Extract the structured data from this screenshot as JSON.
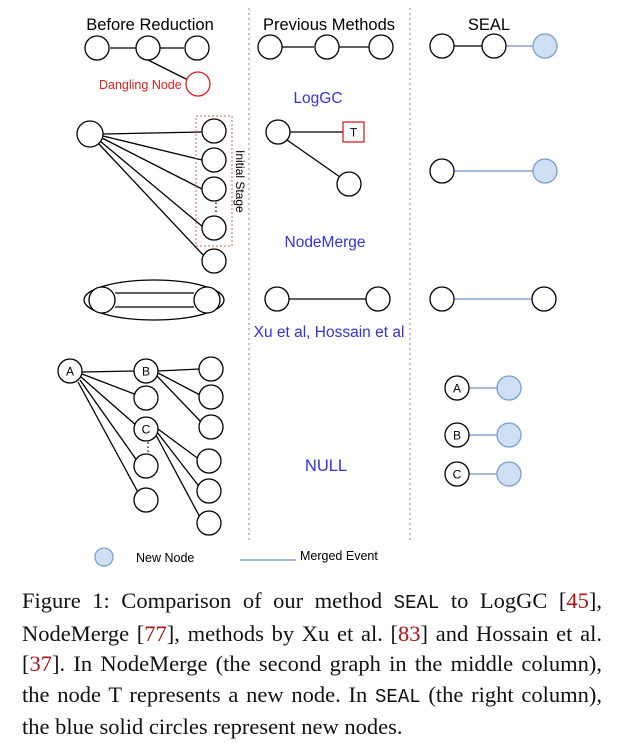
{
  "colors": {
    "node_stroke": "#000000",
    "dangling": "#e02020",
    "new_node_fill": "#cfe0f5",
    "new_node_stroke": "#7a9fd0",
    "merged_edge": "#6f8fc7",
    "method_label": "#3333dd",
    "stage_box": "#e06060",
    "citation": "#b01010"
  },
  "figure": {
    "col_before": "Before Reduction",
    "col_previous": "Previous Methods",
    "col_seal": "SEAL",
    "dangling_label": "Dangling Node",
    "initial_stage_label": "Initial Stage",
    "method_loggc": "LogGC",
    "method_nodemerge": "NodeMerge",
    "method_xu": "Xu et al, Hossain et al",
    "method_null": "NULL",
    "node_t": "T",
    "node_a": "A",
    "node_b": "B",
    "node_c": "C",
    "seal_a": "A",
    "seal_b": "B",
    "seal_c": "C",
    "dots": "⋮",
    "legend_new_node": "New Node",
    "legend_merged_event": "Merged Event"
  },
  "caption": {
    "p1": "Figure 1: Comparison of our method ",
    "seal1": "SEAL",
    "p2": " to LogGC [",
    "r1": "45",
    "p3": "], NodeMerge [",
    "r2": "77",
    "p4": "], methods by Xu et al. [",
    "r3": "83",
    "p5": "] and Hossain et al. [",
    "r4": "37",
    "p6": "]. In NodeMerge (the second graph in the middle column), the node T represents a new node. In ",
    "seal2": "SEAL",
    "p7": " (the right column), the blue solid circles represent new nodes."
  }
}
